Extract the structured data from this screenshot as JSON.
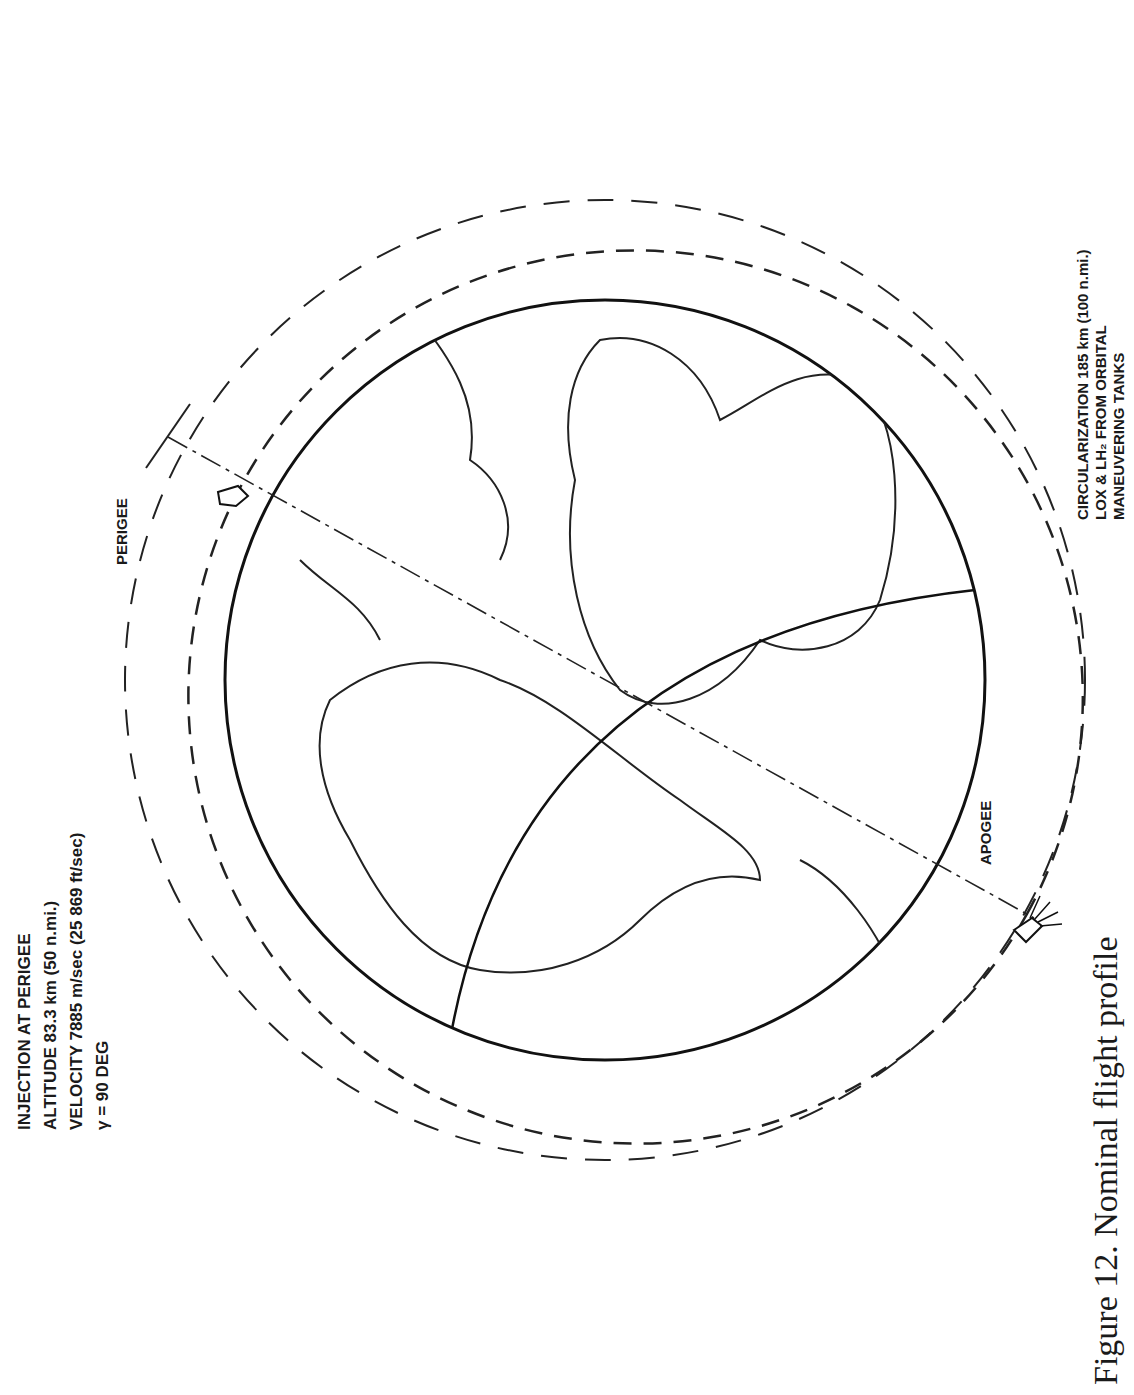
{
  "diagram": {
    "caption": "Figure 12. Nominal flight profile",
    "labels": [
      "INJECTION AT PERIGEE",
      "ALTITUDE 83.3 km (50 n.mi.)",
      "VELOCITY 7885 m/sec (25 869 ft/sec)",
      "γ = 90 DEG",
      "PERIGEE",
      "APOGEE",
      "CIRCULARIZATION 185 km (100 n.mi.)",
      "LOX & LH₂ FROM ORBITAL",
      "MANEUVERING TANKS"
    ]
  }
}
